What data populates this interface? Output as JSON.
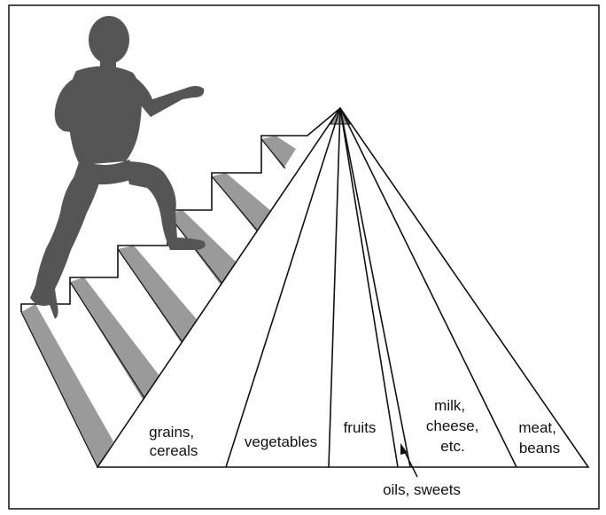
{
  "labels": {
    "grains": [
      "grains,",
      "cereals"
    ],
    "vegetables": [
      "vegetables"
    ],
    "fruits": [
      "fruits"
    ],
    "milk": [
      "milk,",
      "cheese,",
      "etc."
    ],
    "meat": [
      "meat,",
      "beans"
    ],
    "oils": [
      "oils, sweets"
    ]
  },
  "colors": {
    "stair_shade": "#9a9a9a",
    "figure": "#555555",
    "lines": "#111111",
    "apex": "#999999"
  },
  "icons": {
    "figure": "person-climbing-stairs-silhouette-icon"
  }
}
